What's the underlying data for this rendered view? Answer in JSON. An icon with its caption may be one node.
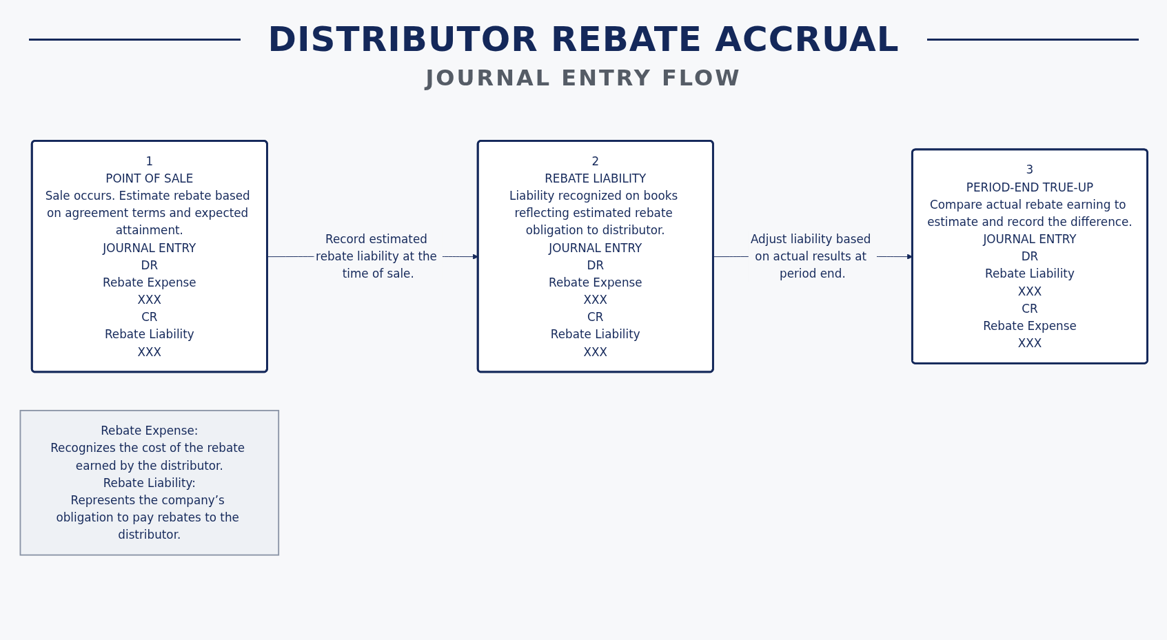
{
  "diagram": {
    "title": "DISTRIBUTOR REBATE ACCRUAL",
    "nodes": [
      {
        "text": [
          "1",
          "POINT OF SALE",
          "Sale occurs. Estimate rebate based on agreement terms and expected attainment.",
          "JOURNAL ENTRY",
          "DR",
          "Rebate Expense",
          "XXX",
          "CR",
          "Rebate Liability",
          "XXX"
        ]
      },
      {
        "text": [
          "2",
          "REBATE LIABILITY",
          "Liability recognized on books reflecting estimated rebate obligation to distributor.",
          "JOURNAL ENTRY",
          "DR",
          "Rebate Expense",
          "XXX",
          "CR",
          "Rebate Liability",
          "XXX"
        ]
      },
      {
        "text": [
          "3",
          "PERIOD-END TRUE-UP",
          "Compare actual rebate earning to estimate and record the difference.",
          "JOURNAL ENTRY",
          "DR",
          "Rebate Liability",
          "XXX",
          "CR",
          "Rebate Expense",
          "XXX"
        ]
      },
      {
        "text": [
          "Rebate Expense:",
          "Recognizes the cost of the rebate earned by the distributor.",
          "Rebate Liability:",
          "Represents the company’s obligation to pay rebates to the distributor."
        ]
      }
    ],
    "edges": [
      {
        "from": 0,
        "to": 1,
        "arrow": "to",
        "label": "Record estimated rebate liability at the time of sale."
      },
      {
        "from": 1,
        "to": 2,
        "arrow": "to",
        "label": "Adjust liability based on actual results at period end."
      }
    ],
    "labels": [
      "JOURNAL ENTRY FLOW"
    ]
  }
}
